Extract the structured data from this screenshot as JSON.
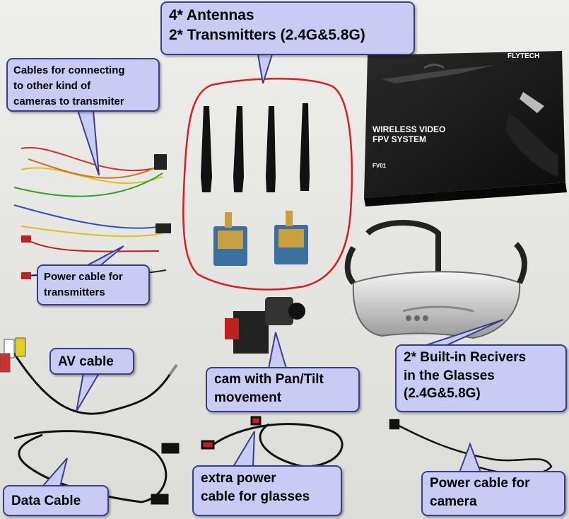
{
  "callouts": {
    "antennas": {
      "line1": "4* Antennas",
      "line2": "2* Transmitters (2.4G&5.8G)"
    },
    "cables": {
      "line1": "Cables for connecting",
      "line2": "to other kind of",
      "line3": "cameras to transmiter"
    },
    "power_tx": {
      "line1": "Power cable for",
      "line2": "transmitters"
    },
    "av": {
      "line1": "AV cable"
    },
    "cam": {
      "line1": "cam with Pan/Tilt",
      "line2": "movement"
    },
    "receivers": {
      "line1": "2* Built-in Recivers",
      "line2": "in the Glasses",
      "line3": "(2.4G&5.8G)"
    },
    "data": {
      "line1": "Data Cable"
    },
    "extra_power": {
      "line1": "extra power",
      "line2": "cable for glasses"
    },
    "camera_power": {
      "line1": "Power cable for",
      "line2": "camera"
    }
  },
  "box": {
    "brand": "FLYTECH",
    "title_line1": "WIRELESS VIDEO",
    "title_line2": "FPV SYSTEM",
    "model": "FV01"
  },
  "colors": {
    "callout_fill": "#c8ccf4",
    "callout_border": "#3a3f8a",
    "highlight": "#d42020",
    "background": "#e8e8e4"
  }
}
